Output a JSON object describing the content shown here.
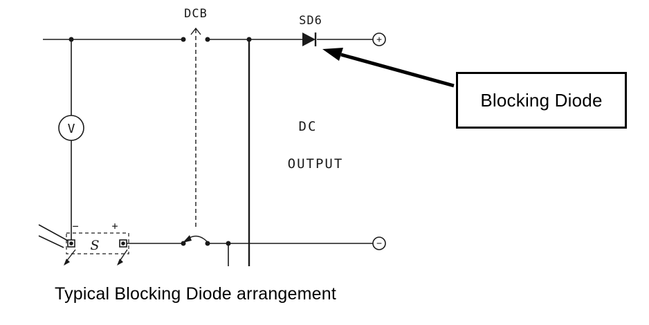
{
  "diagram": {
    "title": "Typical Blocking Diode arrangement",
    "callout": {
      "label": "Blocking Diode"
    },
    "labels": {
      "breaker": "DCB",
      "diode": "SD6",
      "dc": "DC",
      "output": "OUTPUT",
      "voltmeter": "V",
      "shunt": "S",
      "shunt_minus": "−",
      "shunt_plus": "+",
      "terminal_positive": "+",
      "terminal_negative": "−"
    },
    "colors": {
      "line": "#1a1a1a",
      "background": "#ffffff"
    }
  }
}
